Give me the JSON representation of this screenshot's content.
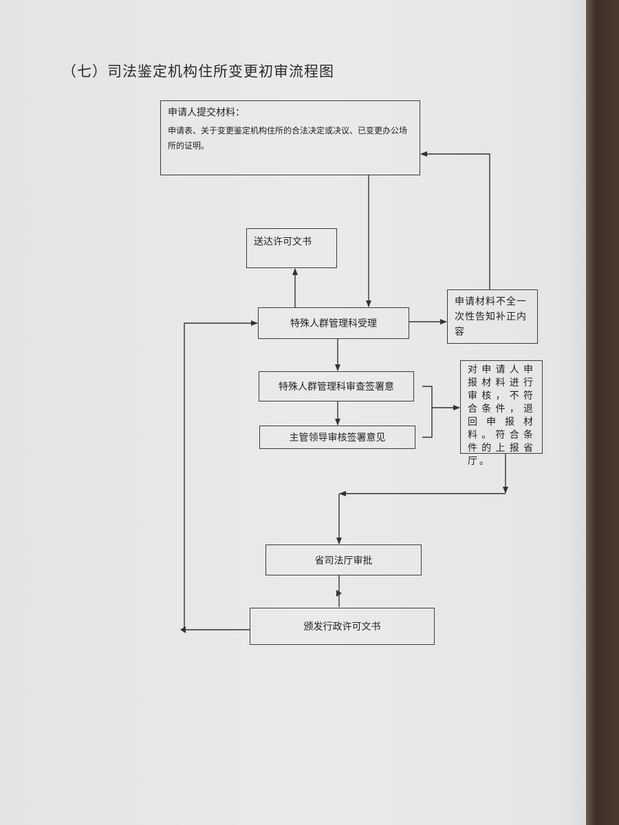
{
  "title": "（七）司法鉴定机构住所变更初审流程图",
  "nodes": {
    "submit": {
      "heading": "申请人提交材料：",
      "body": "申请表、关于变更鉴定机构住所的合法决定或决议、已变更办公场所的证明。"
    },
    "deliver": "送达许可文书",
    "accept": "特殊人群管理科受理",
    "incomplete": "申请材料不全一次性告知补正内容",
    "review": "特殊人群管理科审查签署意",
    "leader": "主管领导审核签署意见",
    "audit": "对申请人申报材料进行审核，不符合条件，退回申报材料。符合条件的上报省厅。",
    "province": "省司法厅审批",
    "issue": "颁发行政许可文书"
  }
}
